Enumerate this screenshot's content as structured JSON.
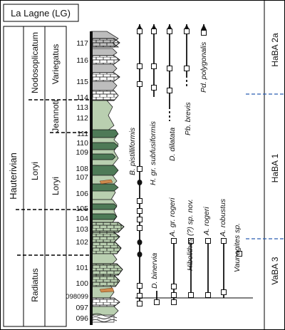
{
  "title": "La Lagne (LG)",
  "stage": "Hauterivian",
  "zones": [
    "Radiatus",
    "Loryi",
    "Nodosoplicatum"
  ],
  "subzones": [
    "Loryi",
    "Jeannoti",
    "Variegatus"
  ],
  "beds": [
    "117",
    "116",
    "115",
    "114",
    "113",
    "112",
    "111",
    "110",
    "109",
    "108",
    "107",
    "106",
    "105",
    "104",
    "103",
    "102",
    "101",
    "100",
    "098099",
    "097",
    "096"
  ],
  "taxa": [
    "B. pistilliformis",
    "H. gr. subfusiformis",
    "D. dilatata",
    "Pb. brevis",
    "Pd. polygonalis",
    "D. binervia",
    "A. gr. rogeri",
    "Hibolithes (?) sp. nov.",
    "A. rogeri",
    "A. robustus",
    "Vaunagites sp."
  ],
  "biozones": [
    "HaBA 2a",
    "HaBA 1",
    "VaBA 3"
  ],
  "colors": {
    "green": "#b9cfb0",
    "dark_green": "#4e7a57",
    "grey": "#bdbdbd",
    "boundary_blue": "#2a5db0",
    "orange": "#cf8a4d"
  }
}
